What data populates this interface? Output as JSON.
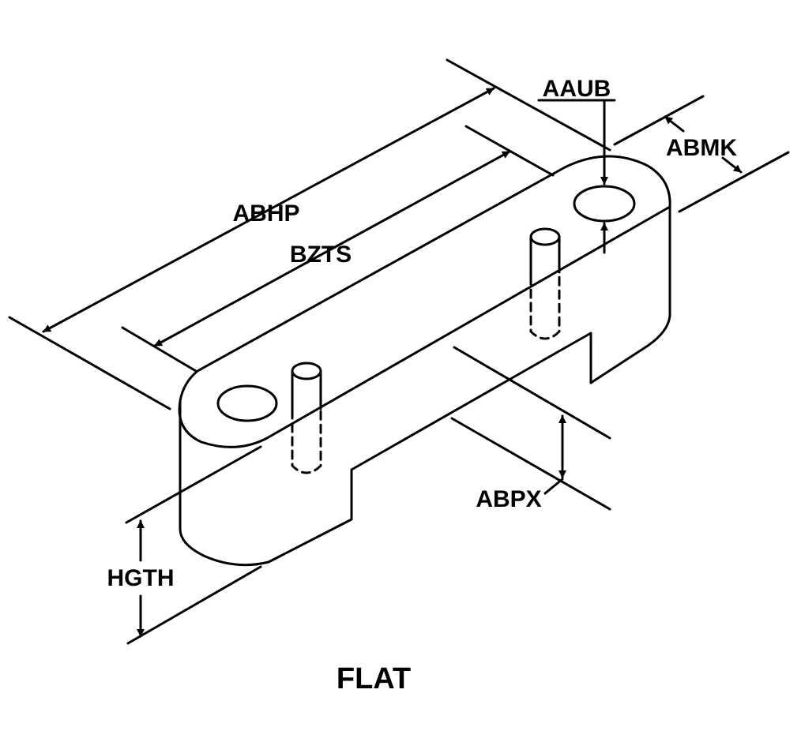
{
  "labels": {
    "aaub": "AAUB",
    "abmk": "ABMK",
    "abhp": "ABHP",
    "bzts": "BZTS",
    "hgth": "HGTH",
    "abpx": "ABPX"
  },
  "title": "FLAT",
  "colors": {
    "line": "#000000",
    "background": "#ffffff"
  }
}
